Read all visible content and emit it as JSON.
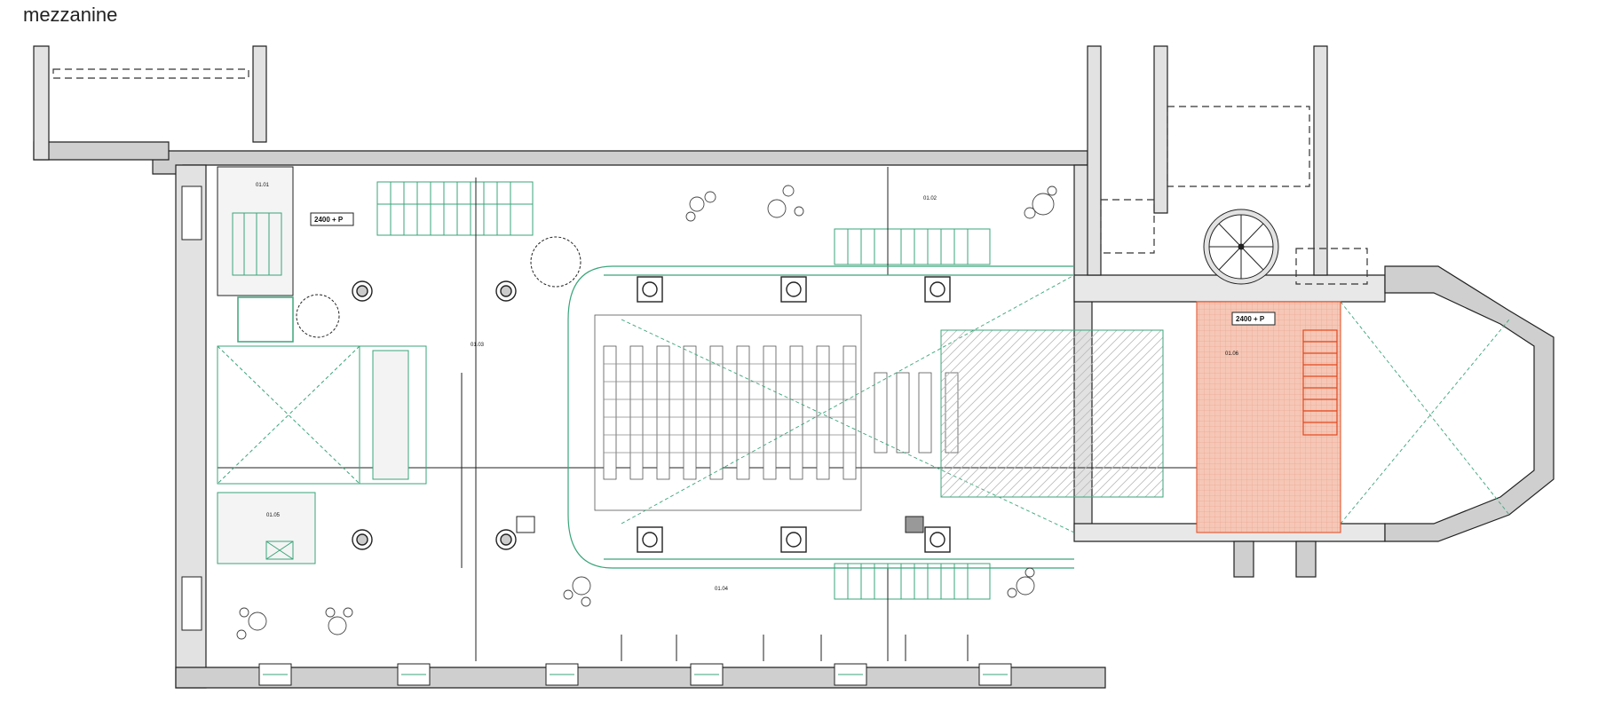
{
  "title": "mezzanine",
  "colors": {
    "wall": "#cfcfcf",
    "wall_stroke": "#222222",
    "green": "#3aa57a",
    "red": "#e2491f",
    "red_fill": "#f6c7b6"
  },
  "tags": {
    "left_tag": "2400 + P",
    "right_tag": "2400 + P"
  },
  "rooms": {
    "stair_a": "01.01",
    "north_right": "01.02",
    "hall": "01.03",
    "wc": "01.05",
    "south": "01.04",
    "apse": "01.06"
  },
  "icons": {
    "spiral": "spiral-stair-icon",
    "tree": "tree-icon",
    "column": "column-icon"
  }
}
